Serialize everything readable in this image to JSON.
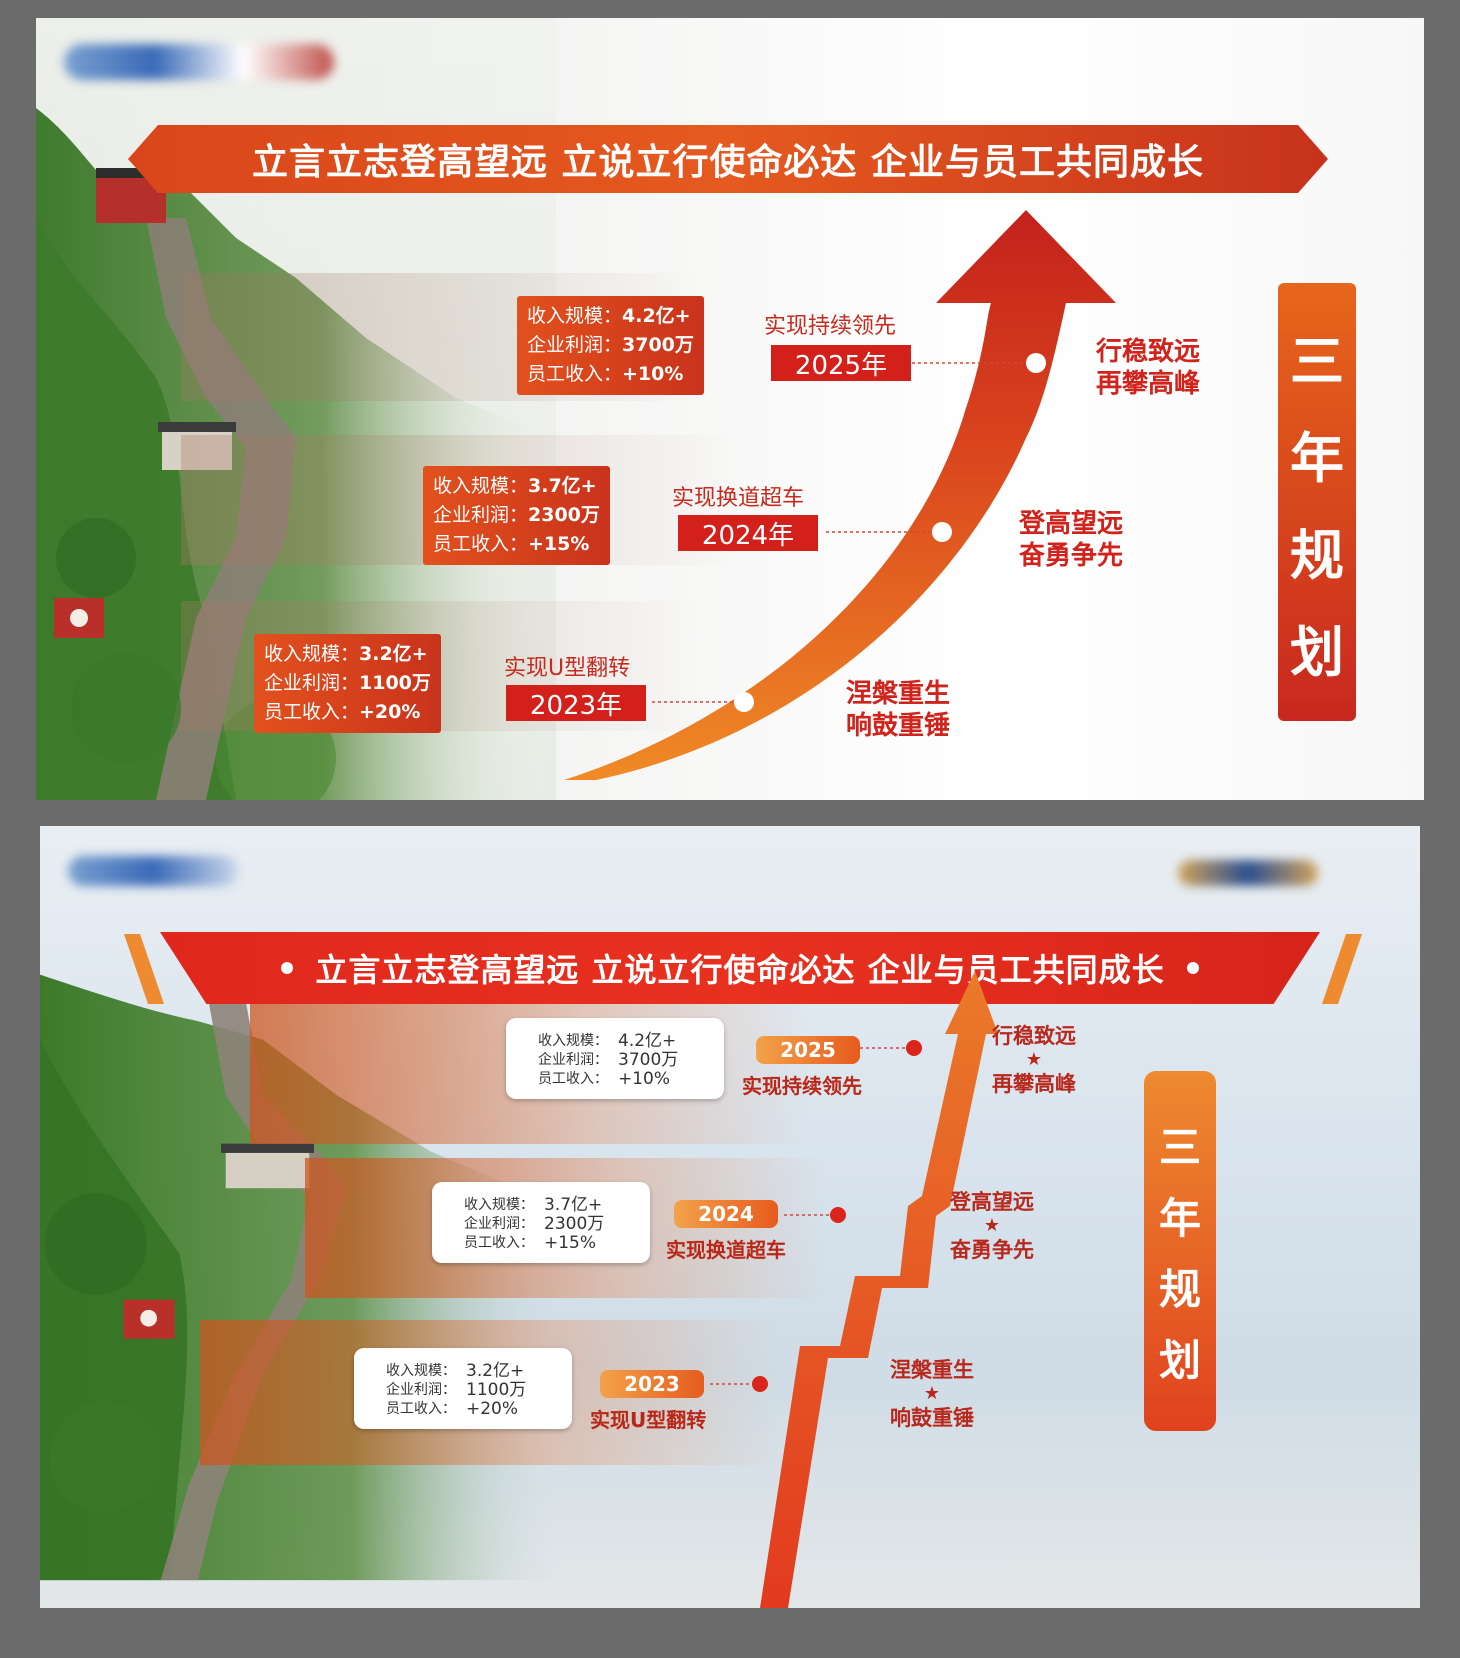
{
  "banner_text": "立言立志登高望远  立说立行使命必达  企业与员工共同成长",
  "banner_text_2": "立言立志登高望远 立说立行使命必达 企业与员工共同成长",
  "vertical_title": [
    "三",
    "年",
    "规",
    "划"
  ],
  "board1": {
    "stages": [
      {
        "year": "2025年",
        "goal": "实现持续领先",
        "motto": [
          "行稳致远",
          "再攀高峰"
        ],
        "stats": [
          {
            "k": "收入规模：",
            "v": "4.2亿+"
          },
          {
            "k": "企业利润：",
            "v": "3700万"
          },
          {
            "k": "员工收入：",
            "v": "+10%"
          }
        ]
      },
      {
        "year": "2024年",
        "goal": "实现换道超车",
        "motto": [
          "登高望远",
          "奋勇争先"
        ],
        "stats": [
          {
            "k": "收入规模：",
            "v": "3.7亿+"
          },
          {
            "k": "企业利润：",
            "v": "2300万"
          },
          {
            "k": "员工收入：",
            "v": "+15%"
          }
        ]
      },
      {
        "year": "2023年",
        "goal": "实现U型翻转",
        "motto": [
          "涅槃重生",
          "响鼓重锤"
        ],
        "stats": [
          {
            "k": "收入规模：",
            "v": "3.2亿+"
          },
          {
            "k": "企业利润：",
            "v": "1100万"
          },
          {
            "k": "员工收入：",
            "v": "+20%"
          }
        ]
      }
    ]
  },
  "board2": {
    "stages": [
      {
        "year": "2025",
        "goal": "实现持续领先",
        "motto": [
          "行稳致远",
          "再攀高峰"
        ],
        "stats": [
          {
            "k": "收入规模：",
            "v": "4.2亿+"
          },
          {
            "k": "企业利润：",
            "v": "3700万"
          },
          {
            "k": "员工收入：",
            "v": "+10%"
          }
        ]
      },
      {
        "year": "2024",
        "goal": "实现换道超车",
        "motto": [
          "登高望远",
          "奋勇争先"
        ],
        "stats": [
          {
            "k": "收入规模：",
            "v": "3.7亿+"
          },
          {
            "k": "企业利润：",
            "v": "2300万"
          },
          {
            "k": "员工收入：",
            "v": "+15%"
          }
        ]
      },
      {
        "year": "2023",
        "goal": "实现U型翻转",
        "motto": [
          "涅槃重生",
          "响鼓重锤"
        ],
        "stats": [
          {
            "k": "收入规模：",
            "v": "3.2亿+"
          },
          {
            "k": "企业利润：",
            "v": "1100万"
          },
          {
            "k": "员工收入：",
            "v": "+20%"
          }
        ]
      }
    ],
    "star": "★"
  },
  "colors": {
    "accent_red": "#d3201b",
    "accent_orange": "#e65b1e"
  }
}
